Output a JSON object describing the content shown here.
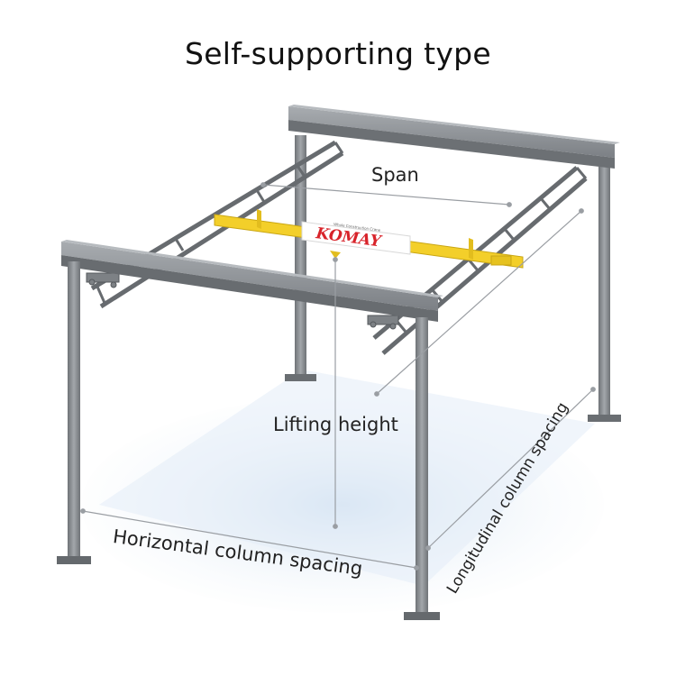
{
  "title": "Self-supporting type",
  "labels": {
    "span": "Span",
    "lifting_height": "Lifting height",
    "horizontal_spacing": "Horizontal column spacing",
    "longitudinal_spacing": "Longitudinal column spacing"
  },
  "brand": {
    "logo_text": "KOMAY",
    "tagline": "Whole Construction Crane"
  },
  "colors": {
    "steel": "#8b8f93",
    "steel_dark": "#5f6367",
    "bridge_yellow": "#f3cf2a",
    "logo_red": "#d8232a",
    "floor_blue": "#dbe7f3"
  }
}
